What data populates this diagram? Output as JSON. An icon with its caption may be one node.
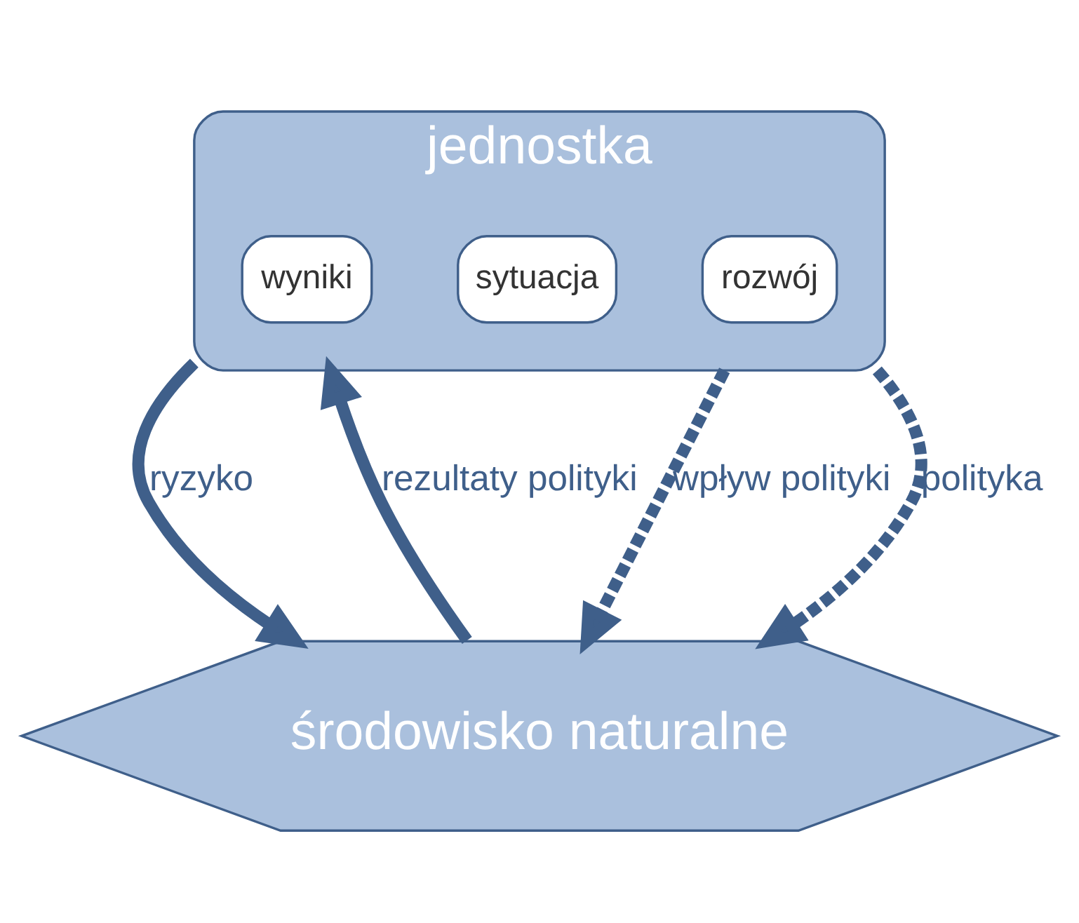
{
  "diagram": {
    "nodes": [
      {
        "text": [
          "jednostka"
        ]
      },
      {
        "text": [
          "wyniki"
        ],
        "in": 0
      },
      {
        "text": [
          "sytuacja"
        ],
        "in": 0
      },
      {
        "text": [
          "rozwój"
        ],
        "in": 0
      },
      {
        "text": [
          "środowisko naturalne"
        ]
      }
    ],
    "edges": [
      {
        "from": 0,
        "to": 4,
        "arrow": "to",
        "label": "ryzyko"
      },
      {
        "from": 4,
        "to": 0,
        "arrow": "to",
        "label": "rezultaty polityki"
      },
      {
        "from": 0,
        "to": 4,
        "arrow": "to",
        "label": "wpływ polityki",
        "style": "dashed"
      },
      {
        "from": 0,
        "to": 4,
        "arrow": "to",
        "label": "polityka",
        "style": "dashed"
      }
    ]
  }
}
